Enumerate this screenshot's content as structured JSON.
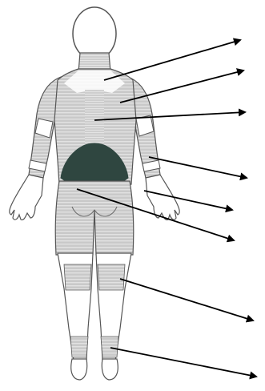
{
  "figure": {
    "view": "back",
    "colors": {
      "outline": "#555555",
      "skin": "#ffffff",
      "fabric": "#c9c9c9",
      "fabric_stripe": "#dedede",
      "dark_panel": "#2f4640",
      "arrow": "#000000"
    }
  },
  "callouts": [
    {
      "id": "neck"
    },
    {
      "id": "upper-back"
    },
    {
      "id": "mid-back"
    },
    {
      "id": "elbow"
    },
    {
      "id": "forearm"
    },
    {
      "id": "lower-back"
    },
    {
      "id": "knee"
    },
    {
      "id": "ankle"
    }
  ]
}
